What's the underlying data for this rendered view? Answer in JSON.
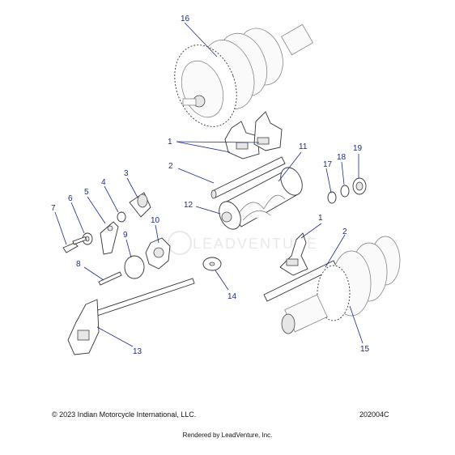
{
  "diagram": {
    "callouts": [
      {
        "id": "1",
        "label": "1"
      },
      {
        "id": "1b",
        "label": "1"
      },
      {
        "id": "2",
        "label": "2"
      },
      {
        "id": "2b",
        "label": "2"
      },
      {
        "id": "3",
        "label": "3"
      },
      {
        "id": "4",
        "label": "4"
      },
      {
        "id": "5",
        "label": "5"
      },
      {
        "id": "6",
        "label": "6"
      },
      {
        "id": "7",
        "label": "7"
      },
      {
        "id": "8",
        "label": "8"
      },
      {
        "id": "9",
        "label": "9"
      },
      {
        "id": "10",
        "label": "10"
      },
      {
        "id": "11",
        "label": "11"
      },
      {
        "id": "12",
        "label": "12"
      },
      {
        "id": "13",
        "label": "13"
      },
      {
        "id": "14",
        "label": "14"
      },
      {
        "id": "15",
        "label": "15"
      },
      {
        "id": "16",
        "label": "16"
      },
      {
        "id": "17",
        "label": "17"
      },
      {
        "id": "18",
        "label": "18"
      },
      {
        "id": "19",
        "label": "19"
      }
    ],
    "watermark": "LEADVENTURE",
    "callout_color": "#1a2a8c"
  },
  "footer": {
    "copyright": "© 2023 Indian Motorcycle International, LLC.",
    "diagram_code": "202004C",
    "rendered_by": "Rendered by LeadVenture, Inc."
  }
}
